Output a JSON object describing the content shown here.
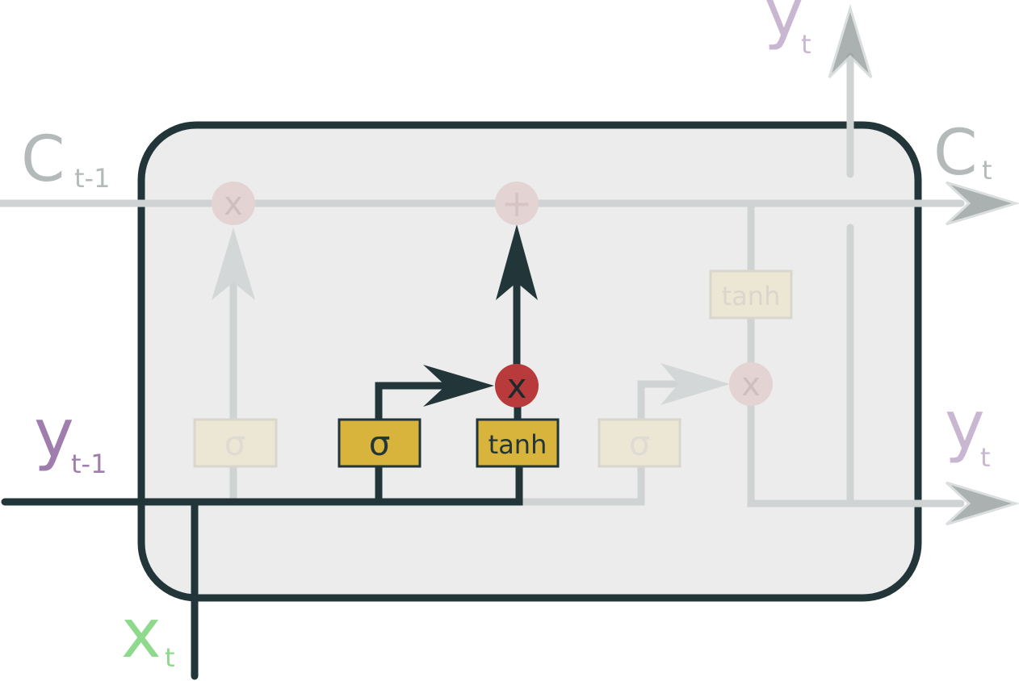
{
  "labels": {
    "c_prev": "C",
    "c_prev_sub": "t-1",
    "c_next": "C",
    "c_next_sub": "t",
    "y_top": "y",
    "y_top_sub": "t",
    "y_out": "y",
    "y_out_sub": "t",
    "y_prev": "y",
    "y_prev_sub": "t-1",
    "x_in": "x",
    "x_in_sub": "t"
  },
  "operations": {
    "forget_multiply": "x",
    "cell_add": "+",
    "input_multiply": "x",
    "output_multiply": "x"
  },
  "gates": {
    "forget_sigma": "σ",
    "input_sigma": "σ",
    "candidate_tanh": "tanh",
    "output_sigma": "σ",
    "cell_tanh": "tanh"
  },
  "colors": {
    "active": "#223538",
    "faded_line": "#cfd3d3",
    "cell_fill": "#ececec",
    "gate_active": "#d8b43c",
    "gate_faded": "#ece6d4",
    "op_active": "#b93a3a",
    "op_faded": "#e4d3d3",
    "c_label": "#b4b9b9",
    "y_label_active": "#9f7eae",
    "y_label_faded": "#c9b7d2",
    "x_label": "#8ed98c"
  }
}
